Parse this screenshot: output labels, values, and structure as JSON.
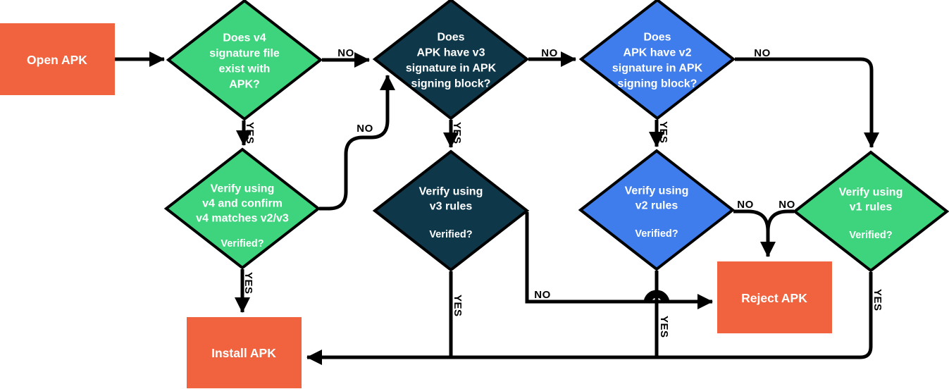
{
  "colors": {
    "orange": "#F0633E",
    "green": "#3DD47D",
    "navy": "#0E384A",
    "blue": "#3F7CEC",
    "line": "#000000",
    "node_text": "#FFFFFF",
    "label_text": "#000000"
  },
  "nodes": {
    "open_apk": {
      "label": "Open APK"
    },
    "q_v4": {
      "lines": [
        "Does v4",
        "signature file",
        "exist with",
        "APK?"
      ]
    },
    "q_v3": {
      "lines": [
        "Does",
        "APK have v3",
        "signature in APK",
        "signing block?"
      ]
    },
    "q_v2": {
      "lines": [
        "Does",
        "APK have v2",
        "signature in APK",
        "signing block?"
      ]
    },
    "verify_v4": {
      "lines": [
        "Verify using",
        "v4 and confirm",
        "v4 matches v2/v3"
      ],
      "question": "Verified?"
    },
    "verify_v3": {
      "lines": [
        "Verify using",
        "v3 rules"
      ],
      "question": "Verified?"
    },
    "verify_v2": {
      "lines": [
        "Verify using",
        "v2 rules"
      ],
      "question": "Verified?"
    },
    "verify_v1": {
      "lines": [
        "Verify using",
        "v1 rules"
      ],
      "question": "Verified?"
    },
    "reject_apk": {
      "label": "Reject APK"
    },
    "install_apk": {
      "label": "Install APK"
    }
  },
  "edge_labels": {
    "q_v4_yes": "YES",
    "q_v4_no": "NO",
    "q_v3_yes": "YES",
    "q_v3_no": "NO",
    "q_v2_yes": "YES",
    "q_v2_no": "NO",
    "verify_v4_yes": "YES",
    "verify_v4_no": "NO",
    "verify_v3_yes": "YES",
    "verify_v3_no": "NO",
    "verify_v2_yes": "YES",
    "verify_v2_no": "NO",
    "verify_v1_yes": "YES",
    "verify_v1_no": "NO"
  }
}
